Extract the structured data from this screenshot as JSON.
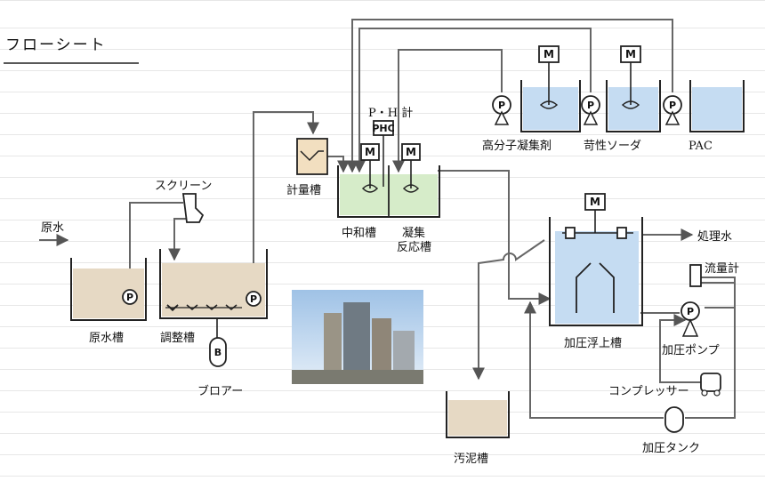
{
  "title": "フローシート",
  "labels": {
    "raw_water": "原水",
    "screen": "スクリーン",
    "raw_water_tank": "原水槽",
    "adjustment_tank": "調整槽",
    "blower": "ブロアー",
    "metering_tank": "計量槽",
    "ph_meter": "P・H 計",
    "neutralization_tank": "中和槽",
    "coagulation_tank_line1": "凝集",
    "coagulation_tank_line2": "反応槽",
    "polymer": "高分子凝集剤",
    "caustic_soda": "苛性ソーダ",
    "pac": "PAC",
    "treated_water": "処理水",
    "flow_meter": "流量計",
    "daf_tank": "加圧浮上槽",
    "pressure_pump": "加圧ポンプ",
    "compressor": "コンプレッサー",
    "pressure_tank": "加圧タンク",
    "sludge_tank": "汚泥槽"
  },
  "symbols": {
    "motor": "M",
    "pump": "P",
    "blower": "B",
    "phc": "PHC"
  },
  "colors": {
    "sludge_fill": "#e6d9c4",
    "green_fill": "#d6ecc9",
    "blue_fill": "#c5dcf2",
    "pipe": "#666666"
  }
}
